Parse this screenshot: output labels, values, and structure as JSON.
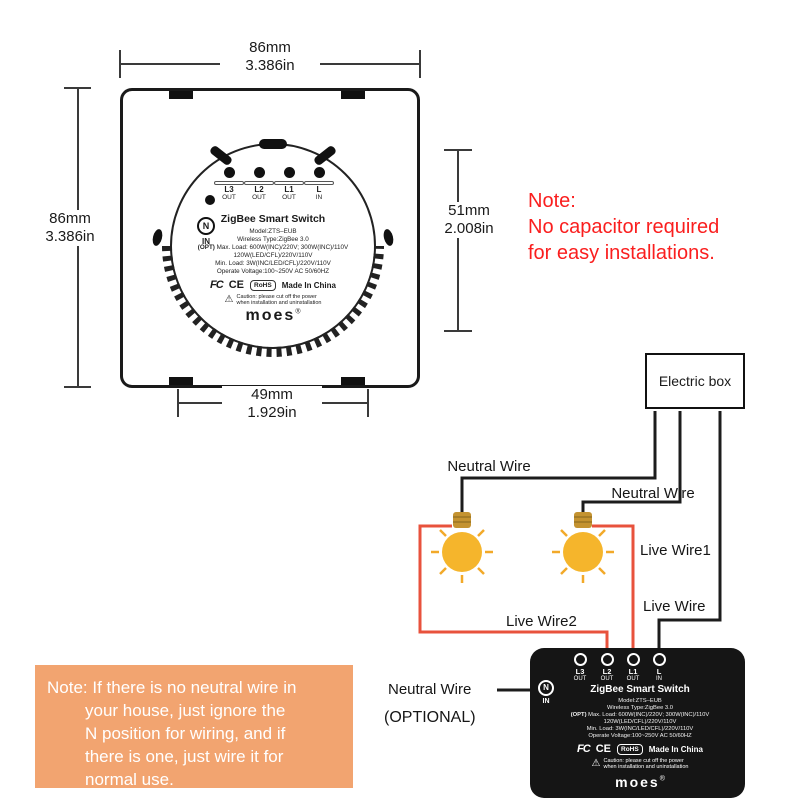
{
  "dims": {
    "top": {
      "mm": "86mm",
      "inch": "3.386in"
    },
    "left": {
      "mm": "86mm",
      "inch": "3.386in"
    },
    "right": {
      "mm": "51mm",
      "inch": "2.008in"
    },
    "bottom": {
      "mm": "49mm",
      "inch": "1.929in"
    }
  },
  "switch": {
    "terminals": [
      {
        "label": "L3",
        "sub": "OUT"
      },
      {
        "label": "L2",
        "sub": "OUT"
      },
      {
        "label": "L1",
        "sub": "OUT"
      },
      {
        "label": "L",
        "sub": "IN"
      }
    ],
    "neutral_terminal": {
      "label": "N",
      "sub": "IN"
    },
    "title": "ZigBee Smart Switch",
    "model": "Model:ZTS–EUB",
    "wireless": "Wireless Type:ZigBee 3.0",
    "opt": "(OPT)",
    "max_load": "Max. Load: 600W(INC)/220V; 300W(INC)/110V",
    "max_load2": "120W(LED/CFL)/220V/110V",
    "min_load": "Min. Load: 3W(INC/LED/CFL)/220V/110V",
    "voltage": "Operate Voltage:100~250V AC 50/60HZ",
    "cert_fcc": "FC",
    "cert_ce": "CE",
    "cert_rohs": "RoHS",
    "made_in": "Made In China",
    "caution_line1": "Caution: please cut off the power",
    "caution_line2": "when installation and uninstallation",
    "brand": "moes",
    "brand_reg": "®"
  },
  "red_note": {
    "heading": "Note:",
    "line1": "No capacitor required",
    "line2": "for easy installations."
  },
  "electric_box": {
    "label": "Electric box"
  },
  "wires": {
    "neutral_bulb1": "Neutral Wire",
    "neutral_bulb2": "Neutral Wire",
    "live1": "Live Wire1",
    "live": "Live Wire",
    "live2": "Live Wire2",
    "neutral_optional": "Neutral Wire",
    "optional": "(OPTIONAL)"
  },
  "orange_note": {
    "line1": "Note: If there is no neutral wire in",
    "line2": "your house, just ignore the",
    "line3": "N position for wiring, and if",
    "line4": "there is one, just wire it for",
    "line5": "normal use."
  },
  "icons": {
    "warning": "⚠"
  },
  "colors": {
    "red_text": "#fa1e1e",
    "wire_neutral": "#1c1c1c",
    "wire_live": "#e8523c",
    "bulb_yellow": "#f5b52c",
    "note_background": "#f2a470"
  }
}
